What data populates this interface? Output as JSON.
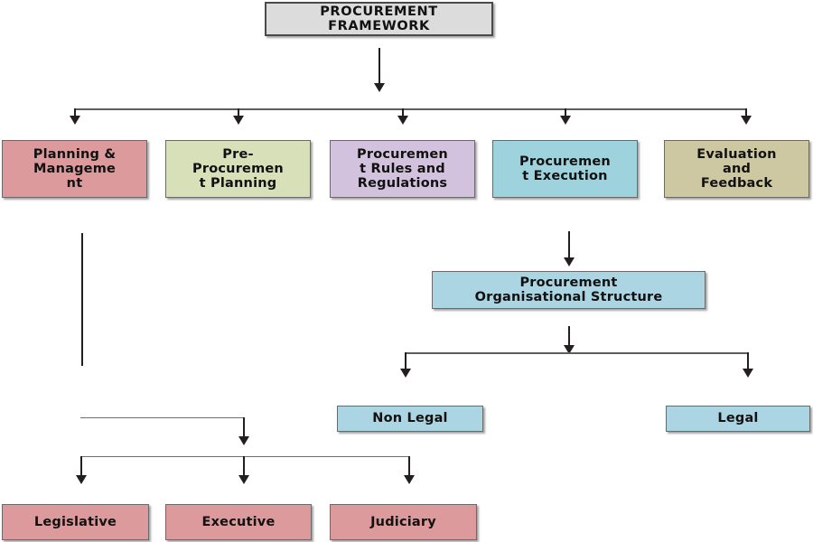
{
  "diagram": {
    "title_box": {
      "label": "PROCUREMENT\nFRAMEWORK",
      "color": "#dcdcdc"
    },
    "pillars": [
      {
        "label": "Planning &\nManageme\nnt",
        "color": "#dd9a9c"
      },
      {
        "label": "Pre-\nProcuremen\nt Planning",
        "color": "#d7e0b9"
      },
      {
        "label": "Procuremen\nt Rules and\nRegulations",
        "color": "#d3c2dd"
      },
      {
        "label": "Procuremen\nt Execution",
        "color": "#9ed3dd"
      },
      {
        "label": "Evaluation\nand\nFeedback",
        "color": "#cdc8a2"
      }
    ],
    "org_structure": {
      "label": "Procurement\nOrganisational Structure",
      "color": "#abd5e3"
    },
    "org_children": [
      {
        "label": "Non Legal",
        "color": "#abd5e3"
      },
      {
        "label": "Legal",
        "color": "#abd5e3"
      }
    ],
    "branches_of_government": [
      {
        "label": "Legislative",
        "color": "#dd9a9c"
      },
      {
        "label": "Executive",
        "color": "#dd9a9c"
      },
      {
        "label": "Judiciary",
        "color": "#dd9a9c"
      }
    ],
    "palette": {
      "rose": "#dd9a9c",
      "sage": "#d7e0b9",
      "lilac": "#d3c2dd",
      "cyan": "#9ed3dd",
      "khaki": "#cdc8a2",
      "light_blue": "#abd5e3",
      "title_grey": "#dcdcdc",
      "connector": "#231f20",
      "rail": "#5d5d5d",
      "background": "#ffffff"
    }
  }
}
